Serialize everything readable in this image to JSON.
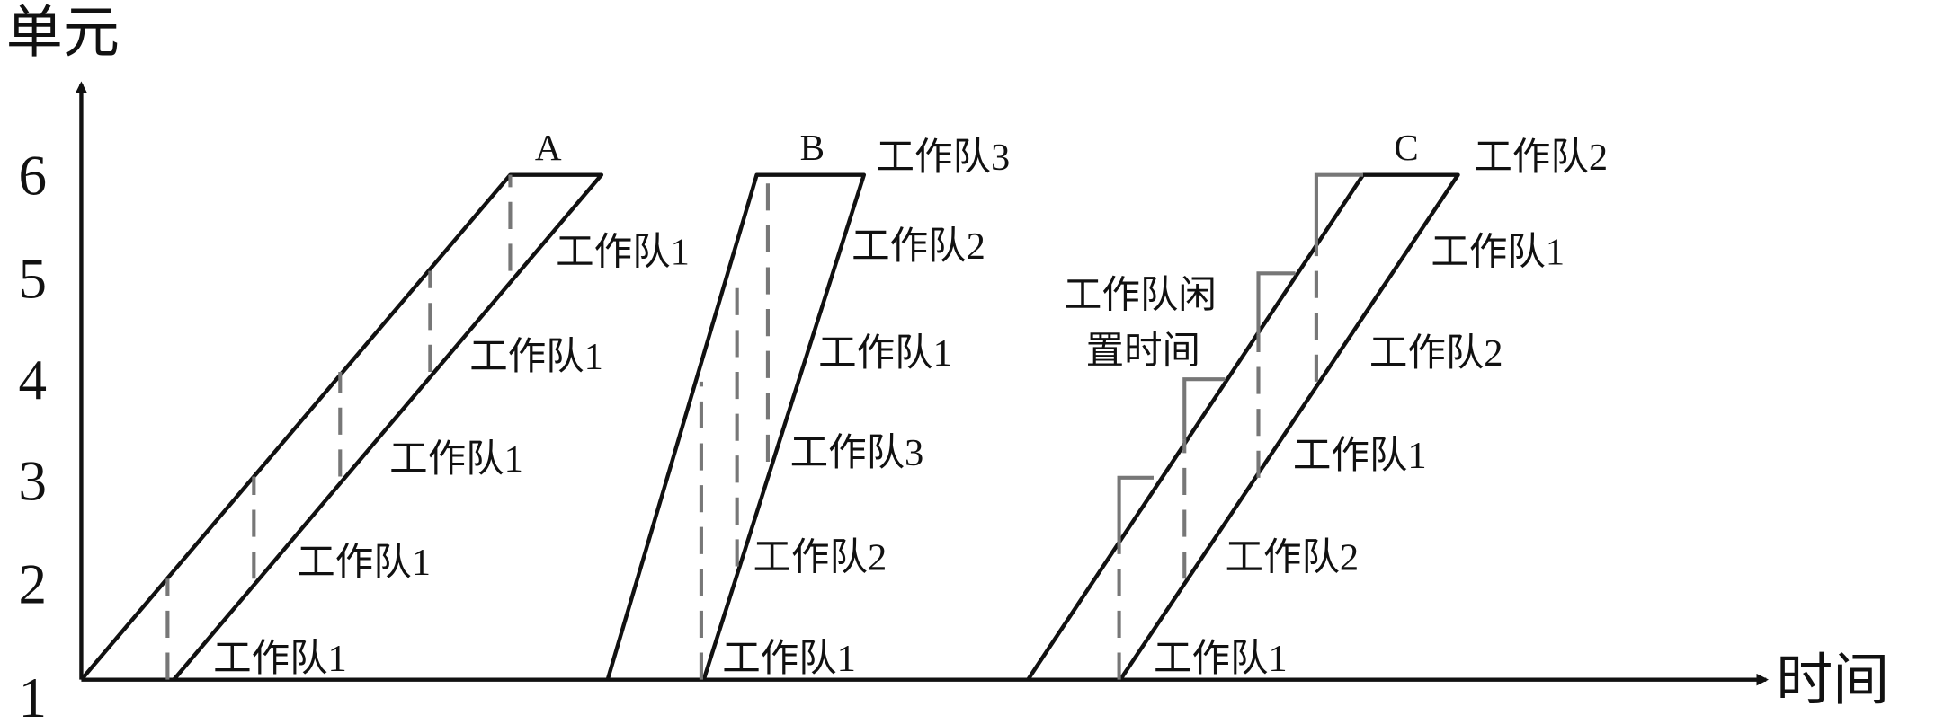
{
  "axes": {
    "y_title": "单元",
    "x_title": "时间",
    "y_ticks": [
      "1",
      "2",
      "3",
      "4",
      "5",
      "6"
    ]
  },
  "groups": [
    {
      "name": "A",
      "labels": [
        "工作队1",
        "工作队1",
        "工作队1",
        "工作队1",
        "工作队1"
      ]
    },
    {
      "name": "B",
      "labels": [
        "工作队1",
        "工作队2",
        "工作队3",
        "工作队1",
        "工作队2",
        "工作队3"
      ]
    },
    {
      "name": "C",
      "labels": [
        "工作队1",
        "工作队2",
        "工作队1",
        "工作队2",
        "工作队1",
        "工作队2"
      ]
    }
  ],
  "annotation": {
    "line1": "工作队闲",
    "line2": "置时间"
  },
  "colors": {
    "line": "#111111",
    "dashed": "#777777"
  }
}
